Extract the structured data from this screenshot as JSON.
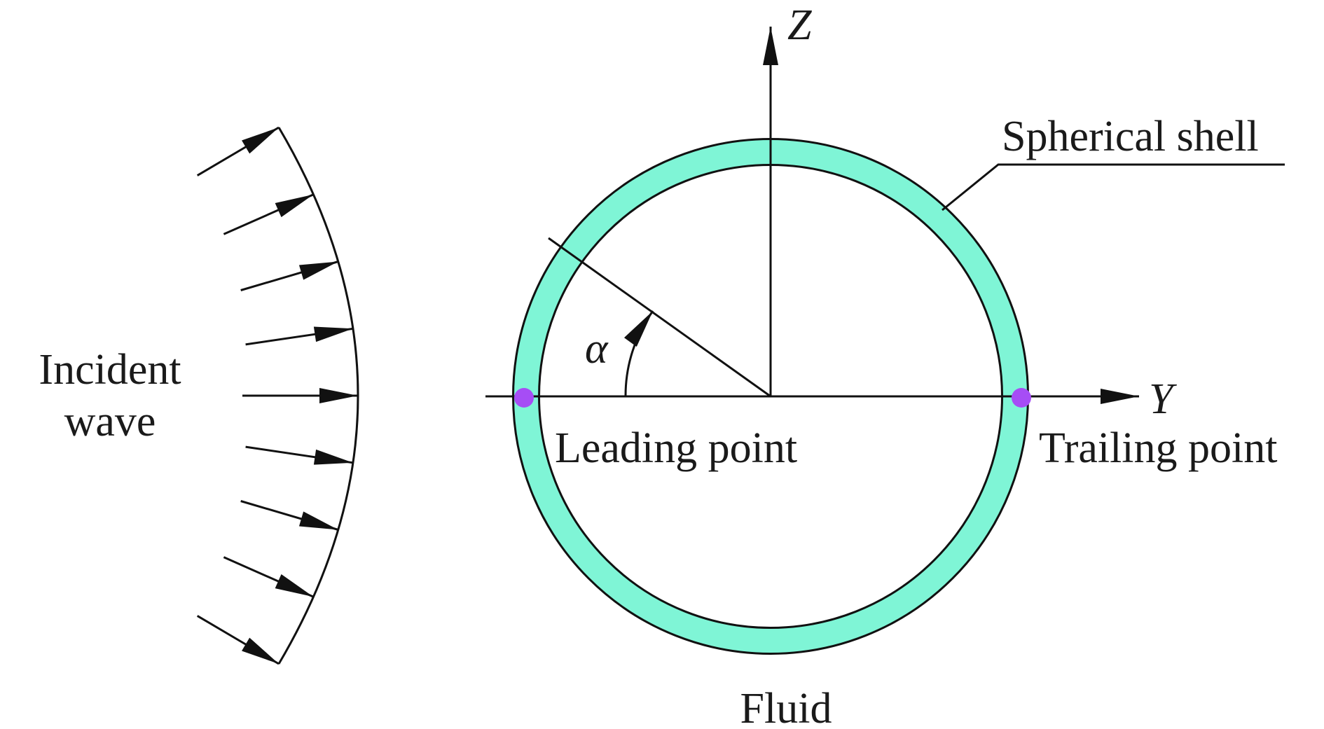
{
  "labels": {
    "incident_wave_line1": "Incident",
    "incident_wave_line2": "wave",
    "z_axis": "Z",
    "y_axis": "Y",
    "alpha": "α",
    "spherical_shell": "Spherical shell",
    "leading_point": "Leading point",
    "trailing_point": "Trailing point",
    "fluid": "Fluid"
  },
  "colors": {
    "line": "#111111",
    "shell_fill": "#7ff5d6",
    "marker": "#a64df5",
    "background": "#ffffff"
  },
  "arrow_count": 9
}
